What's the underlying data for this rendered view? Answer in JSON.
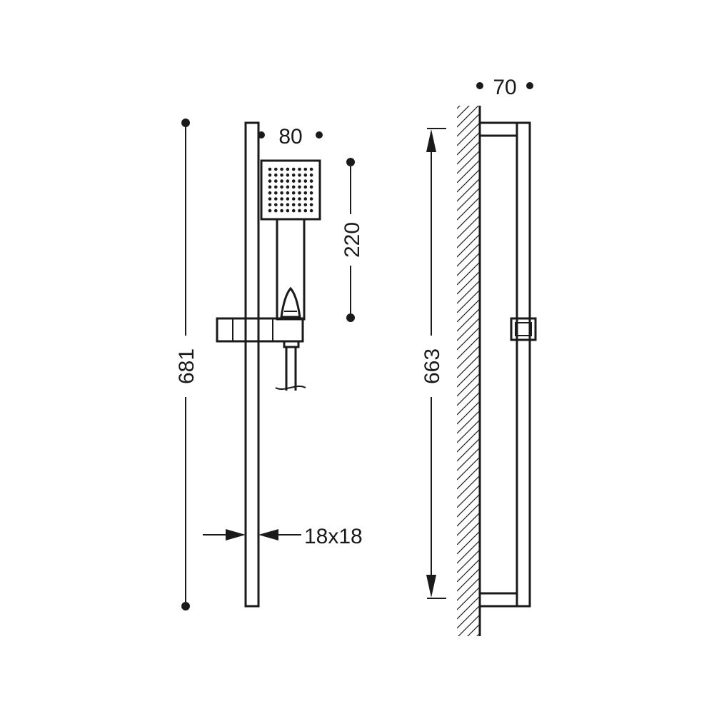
{
  "dimensions": {
    "head_width": "80",
    "head_length": "220",
    "rail_length": "681",
    "rail_section": "18x18",
    "mount_length": "663",
    "wall_projection": "70"
  },
  "colors": {
    "ink": "#1a1a1a",
    "background": "#ffffff"
  }
}
